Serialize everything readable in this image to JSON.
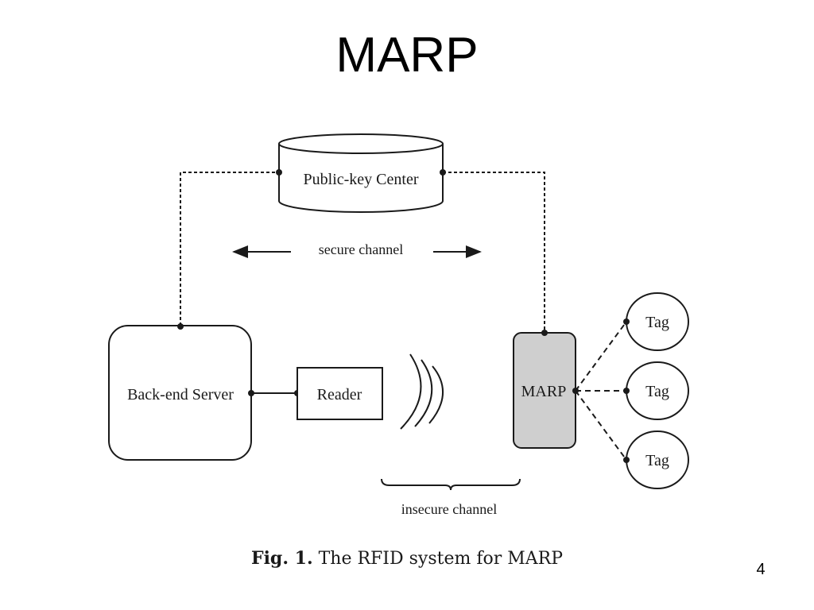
{
  "slide": {
    "title": "MARP",
    "page_number": "4"
  },
  "diagram": {
    "nodes": {
      "public_key_center": "Public-key Center",
      "backend_server": "Back-end Server",
      "reader": "Reader",
      "marp": "MARP",
      "tags": [
        "Tag",
        "Tag",
        "Tag"
      ]
    },
    "labels": {
      "secure_channel": "secure channel",
      "insecure_channel": "insecure channel"
    },
    "colors": {
      "marp_fill": "#cfcfcf",
      "stroke": "#1a1a1a"
    }
  },
  "caption": {
    "label": "Fig. 1.",
    "text": "The RFID system for MARP"
  }
}
